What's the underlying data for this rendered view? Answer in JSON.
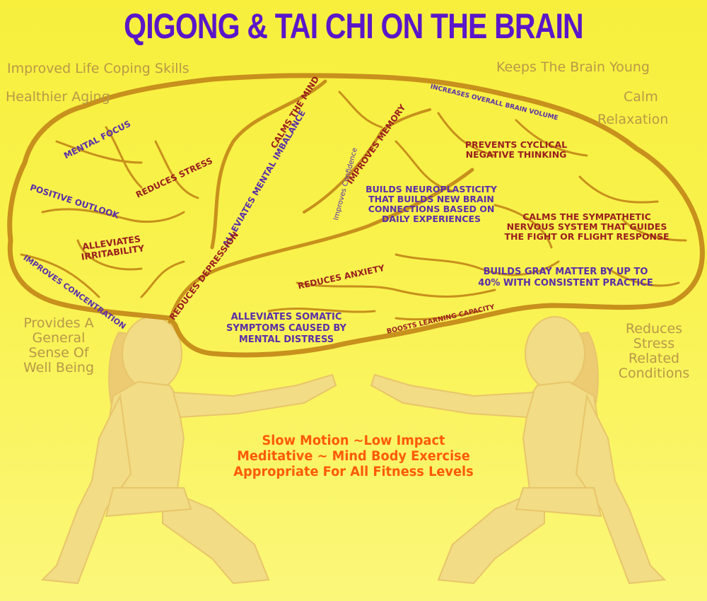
{
  "title": "QIGONG & TAI CHI ON THE BRAIN",
  "side_labels": {
    "improved_coping": "Improved Life Coping Skills",
    "healthier_aging": "Healthier Aging",
    "keeps_young": "Keeps The Brain Young",
    "calm": "Calm",
    "relaxation": "Relaxation",
    "well_being": [
      "Provides A",
      "General",
      "Sense Of",
      "Well Being"
    ],
    "reduces_stress_related": [
      "Reduces",
      "Stress",
      "Related",
      "Conditions"
    ]
  },
  "brain_labels": {
    "mental_focus": "MENTAL FOCUS",
    "positive_outlook": "POSITIVE OUTLOOK",
    "improves_concentration": "IMPROVES CONCENTRATION",
    "reduces_stress": "REDUCES STRESS",
    "alleviates_irritability": [
      "ALLEVIATES",
      "IRRITABILITY"
    ],
    "calms_the_mind": "CALMS THE MIND",
    "alleviates_mental_imbalance": "ALLEVIATES MENTAL IMBALANCE",
    "improves_confidence": "Improves Confidence",
    "improves_memory": "IMPROVES MEMORY",
    "increases_volume": "INCREASES OVERALL BRAIN VOLUME",
    "prevents_cyclical": [
      "PREVENTS CYCLICAL",
      "NEGATIVE THINKING"
    ],
    "neuroplasticity": [
      "BUILDS NEUROPLASTICITY",
      "THAT BUILDS NEW BRAIN",
      "CONNECTIONS BASED ON",
      "DAILY EXPERIENCES"
    ],
    "calms_sympathetic": [
      "CALMS THE SYMPATHETIC",
      "NERVOUS SYSTEM THAT GUIDES",
      "THE FIGHT OR FLIGHT RESPONSE"
    ],
    "reduces_depression": "REDUCES DEPRESSION",
    "reduces_anxiety": "REDUCES ANXIETY",
    "gray_matter": [
      "BUILDS GRAY MATTER BY UP TO",
      "40% WITH CONSISTENT PRACTICE"
    ],
    "somatic": [
      "ALLEVIATES SOMATIC",
      "SYMPTOMS CAUSED BY",
      "MENTAL DISTRESS"
    ],
    "learning_capacity": "BOOSTS LEARNING CAPACITY"
  },
  "bottom_text": [
    "Slow Motion ~Low Impact",
    "Meditative ~ Mind Body Exercise",
    "Appropriate For All Fitness Levels"
  ],
  "colors": {
    "background": "#f7ef3c",
    "title": "#5a17c9",
    "brain_outline": "#c8901c",
    "figure": "#f2dc86",
    "purple_label": "#5a2fa8",
    "red_label": "#9a1e1e",
    "bottom_text": "#ff5a0a",
    "side_text": "#b89848"
  }
}
